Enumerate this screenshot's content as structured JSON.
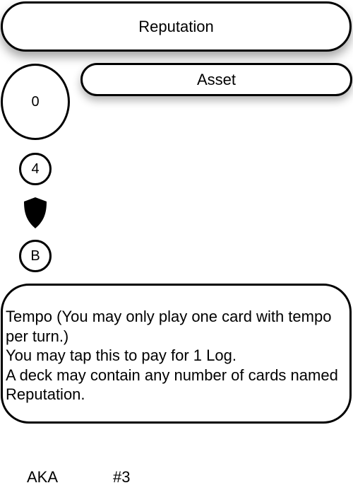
{
  "card": {
    "name": "Reputation",
    "cost": "0",
    "type": "Asset",
    "stat_value": "4",
    "rarity": "B",
    "rules_text": [
      "Tempo (You may only play one card with tempo per turn.)",
      "You may tap this to pay for 1 Log.",
      "A deck may contain any number of cards named Reputation."
    ],
    "set_code": "AKA",
    "number": "#3"
  },
  "icons": {
    "faction": "shield-icon"
  },
  "colors": {
    "border": "#000000",
    "background": "#ffffff"
  }
}
